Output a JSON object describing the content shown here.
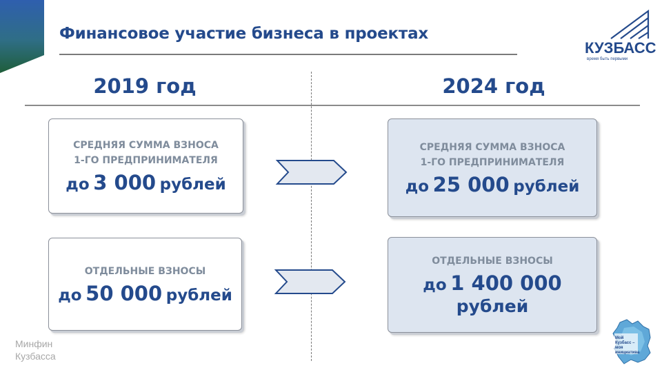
{
  "header": {
    "title": "Финансовое участие бизнеса в проектах"
  },
  "logo": {
    "text": "КУЗБАСС",
    "tagline": "время быть первыми"
  },
  "columns": {
    "left_year": "2019 год",
    "right_year": "2024 год"
  },
  "cards": {
    "avg_2019": {
      "cap1": "СРЕДНЯЯ СУММА ВЗНОСА",
      "cap2": "1-ГО ПРЕДПРИНИМАТЕЛЯ",
      "pre": "до",
      "num": "3 000",
      "post": "рублей"
    },
    "sep_2019": {
      "cap1": "ОТДЕЛЬНЫЕ ВЗНОСЫ",
      "pre": "до",
      "num": "50 000",
      "post": "рублей"
    },
    "avg_2024": {
      "cap1": "СРЕДНЯЯ СУММА ВЗНОСА",
      "cap2": "1-ГО ПРЕДПРИНИМАТЕЛЯ",
      "pre": "до",
      "num": "25 000",
      "post": "рублей"
    },
    "sep_2024": {
      "cap1": "ОТДЕЛЬНЫЕ ВЗНОСЫ",
      "pre": "до",
      "num": "1 400 000",
      "post": "рублей"
    }
  },
  "footer": {
    "line1": "Минфин",
    "line2": "Кузбасса"
  },
  "map_badge": {
    "text": "Мой Кузбасс – моя инициатива"
  },
  "colors": {
    "primary": "#244a8c",
    "caption": "#7f8c9c",
    "box_blue": "#dde5f0",
    "corner_green": "#1f5e3a",
    "corner_blue": "#2f5fae"
  }
}
